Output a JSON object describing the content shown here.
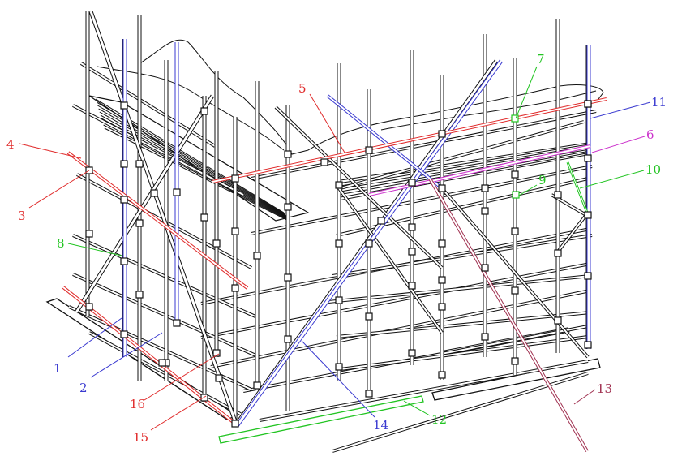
{
  "colors": {
    "structure": "#111111",
    "red": "#e02b2b",
    "blue": "#3a3ad0",
    "green": "#22c422",
    "magenta": "#cc33cc",
    "maroon": "#a03050"
  },
  "labels": [
    {
      "id": "1",
      "text": "1",
      "color": "blue"
    },
    {
      "id": "2",
      "text": "2",
      "color": "blue"
    },
    {
      "id": "3",
      "text": "3",
      "color": "red"
    },
    {
      "id": "4",
      "text": "4",
      "color": "red"
    },
    {
      "id": "5",
      "text": "5",
      "color": "red"
    },
    {
      "id": "6",
      "text": "6",
      "color": "magenta"
    },
    {
      "id": "7",
      "text": "7",
      "color": "green"
    },
    {
      "id": "8",
      "text": "8",
      "color": "green"
    },
    {
      "id": "9",
      "text": "9",
      "color": "green"
    },
    {
      "id": "10",
      "text": "10",
      "color": "green"
    },
    {
      "id": "11",
      "text": "11",
      "color": "blue"
    },
    {
      "id": "12",
      "text": "12",
      "color": "green"
    },
    {
      "id": "13",
      "text": "13",
      "color": "maroon"
    },
    {
      "id": "14",
      "text": "14",
      "color": "blue"
    },
    {
      "id": "15",
      "text": "15",
      "color": "red"
    },
    {
      "id": "16",
      "text": "16",
      "color": "red"
    }
  ]
}
